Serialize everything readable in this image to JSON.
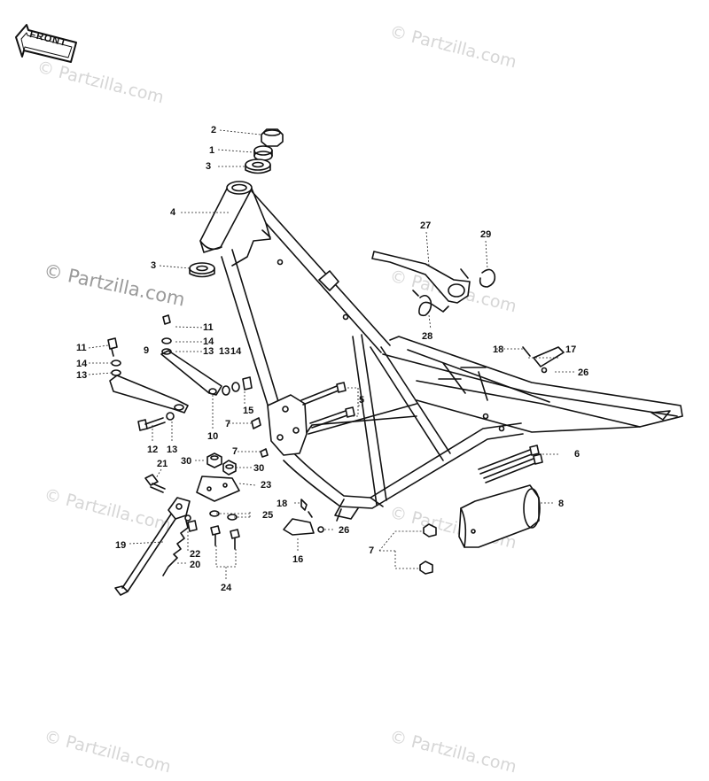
{
  "front_badge": {
    "label": "FRONT"
  },
  "watermark": {
    "text": "© Partzilla.com"
  },
  "callouts": [
    {
      "id": "c1",
      "label": "1"
    },
    {
      "id": "c2",
      "label": "2"
    },
    {
      "id": "c3a",
      "label": "3"
    },
    {
      "id": "c3b",
      "label": "3"
    },
    {
      "id": "c4",
      "label": "4"
    },
    {
      "id": "c5",
      "label": "5"
    },
    {
      "id": "c6",
      "label": "6"
    },
    {
      "id": "c7a",
      "label": "7"
    },
    {
      "id": "c7b",
      "label": "7"
    },
    {
      "id": "c7c",
      "label": "7"
    },
    {
      "id": "c8",
      "label": "8"
    },
    {
      "id": "c9",
      "label": "9"
    },
    {
      "id": "c10",
      "label": "10"
    },
    {
      "id": "c11a",
      "label": "11"
    },
    {
      "id": "c11b",
      "label": "11"
    },
    {
      "id": "c12",
      "label": "12"
    },
    {
      "id": "c13a",
      "label": "13"
    },
    {
      "id": "c13b",
      "label": "13"
    },
    {
      "id": "c13c",
      "label": "13"
    },
    {
      "id": "c13d",
      "label": "13"
    },
    {
      "id": "c14a",
      "label": "14"
    },
    {
      "id": "c14b",
      "label": "14"
    },
    {
      "id": "c14c",
      "label": "14"
    },
    {
      "id": "c15",
      "label": "15"
    },
    {
      "id": "c16",
      "label": "16"
    },
    {
      "id": "c17",
      "label": "17"
    },
    {
      "id": "c18a",
      "label": "18"
    },
    {
      "id": "c18b",
      "label": "18"
    },
    {
      "id": "c19",
      "label": "19"
    },
    {
      "id": "c20",
      "label": "20"
    },
    {
      "id": "c21",
      "label": "21"
    },
    {
      "id": "c22",
      "label": "22"
    },
    {
      "id": "c23",
      "label": "23"
    },
    {
      "id": "c24",
      "label": "24"
    },
    {
      "id": "c25",
      "label": "25"
    },
    {
      "id": "c26a",
      "label": "26"
    },
    {
      "id": "c26b",
      "label": "26"
    },
    {
      "id": "c27",
      "label": "27"
    },
    {
      "id": "c28",
      "label": "28"
    },
    {
      "id": "c29",
      "label": "29"
    },
    {
      "id": "c30a",
      "label": "30"
    },
    {
      "id": "c30b",
      "label": "30"
    }
  ]
}
